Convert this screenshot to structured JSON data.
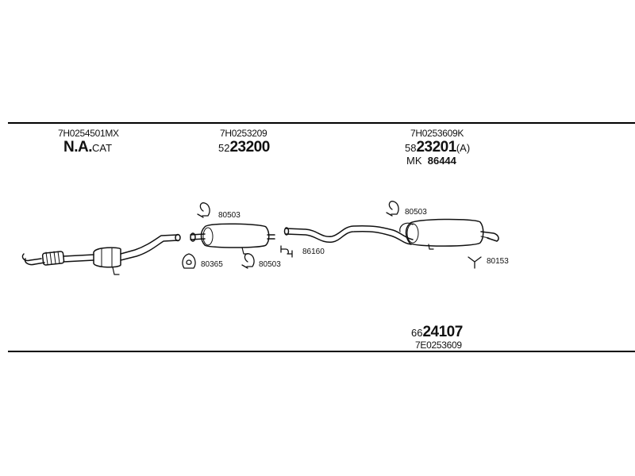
{
  "header_parts": {
    "catalyst": {
      "ref": "7H0254501MX",
      "prefix": "N.A.",
      "suffix": "CAT"
    },
    "middle": {
      "ref": "7H0253209",
      "prefix": "52",
      "number": "23200"
    },
    "rear": {
      "ref": "7H0253609K",
      "prefix": "58",
      "number": "23201",
      "suffix": "(A)",
      "kit_prefix": "MK",
      "kit_number": "86444"
    }
  },
  "footer_part": {
    "prefix": "66",
    "number": "24107",
    "ref": "7E0253609"
  },
  "fittings": {
    "clamp_middle_top": "80503",
    "gasket": "80365",
    "clamp_middle_bottom": "80503",
    "hanger_pair": "86160",
    "clamp_rear_top": "80503",
    "bracket_rear": "80153"
  }
}
